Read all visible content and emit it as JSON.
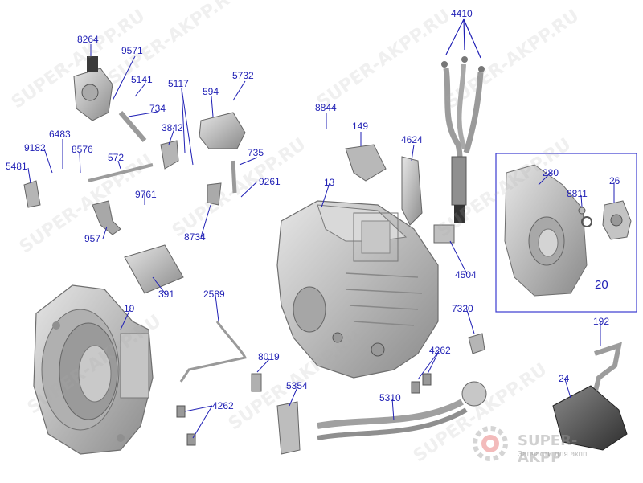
{
  "labels": {
    "l4410": "4410",
    "l8264": "8264",
    "l9571": "9571",
    "l5141": "5141",
    "l5117": "5117",
    "l594": "594",
    "l5732": "5732",
    "l734": "734",
    "l8844": "8844",
    "l149": "149",
    "l3842": "3842",
    "l6483": "6483",
    "l9182": "9182",
    "l8576": "8576",
    "l572": "572",
    "l735": "735",
    "l4624": "4624",
    "l5481": "5481",
    "l9261": "9261",
    "l13": "13",
    "l9761": "9761",
    "l957": "957",
    "l8734": "8734",
    "l280": "280",
    "l26": "26",
    "l8811": "8811",
    "l4504": "4504",
    "l20": "20",
    "l391": "391",
    "l2589": "2589",
    "l19": "19",
    "l7320": "7320",
    "l192": "192",
    "l4262a": "4262",
    "l8019": "8019",
    "l24": "24",
    "l5354": "5354",
    "l5310": "5310",
    "l4262b": "4262"
  },
  "watermark": {
    "text": "SUPER-AKPP.RU"
  },
  "brand": {
    "name": "SUPER-AKPP",
    "tagline": "Запчасти для акпп"
  },
  "colors": {
    "callout": "#1f1fb5",
    "inset_frame": "#3b3bd0",
    "part": "#cfcfcf"
  }
}
